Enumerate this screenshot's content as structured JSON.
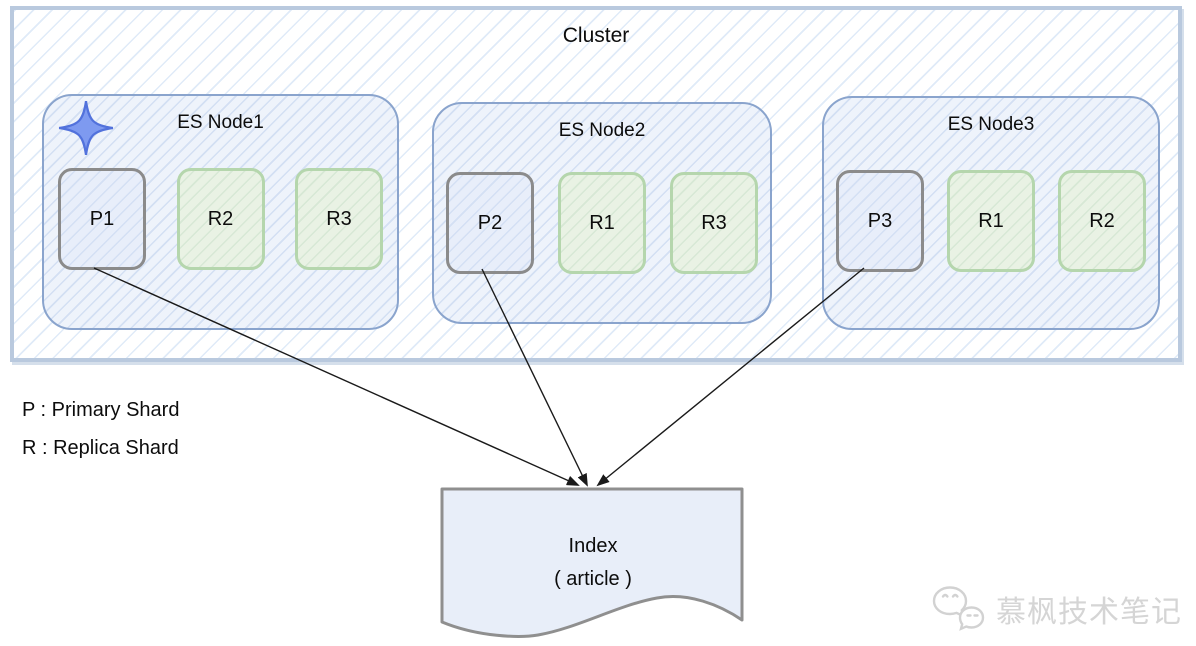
{
  "title": "Cluster",
  "nodes": [
    {
      "label": "ES Node1",
      "shards": [
        {
          "label": "P1",
          "type": "primary"
        },
        {
          "label": "R2",
          "type": "replica"
        },
        {
          "label": "R3",
          "type": "replica"
        }
      ]
    },
    {
      "label": "ES Node2",
      "shards": [
        {
          "label": "P2",
          "type": "primary"
        },
        {
          "label": "R1",
          "type": "replica"
        },
        {
          "label": "R3",
          "type": "replica"
        }
      ]
    },
    {
      "label": "ES Node3",
      "shards": [
        {
          "label": "P3",
          "type": "primary"
        },
        {
          "label": "R1",
          "type": "replica"
        },
        {
          "label": "R2",
          "type": "replica"
        }
      ]
    }
  ],
  "legend": {
    "primary": "P : Primary Shard",
    "replica": "R : Replica Shard"
  },
  "index_shape": {
    "line1": "Index",
    "line2": "( article )"
  },
  "watermark": {
    "text": "慕枫技术笔记"
  },
  "colors": {
    "cluster_border": "#b9c9de",
    "hatch_line": "#bcd0ea",
    "node_border": "#8aa4cd",
    "node_fill": "#eef3fb",
    "primary_border": "#8b8b8b",
    "primary_fill": "#e8eefa",
    "replica_border": "#b5d6ad",
    "replica_fill": "#e9f2e4",
    "star": "#7e9af0",
    "arrow": "#1a1a1a",
    "document_border": "#8f8f8f",
    "document_fill": "#e8eef9",
    "watermark_gray": "#d5d5d5"
  }
}
